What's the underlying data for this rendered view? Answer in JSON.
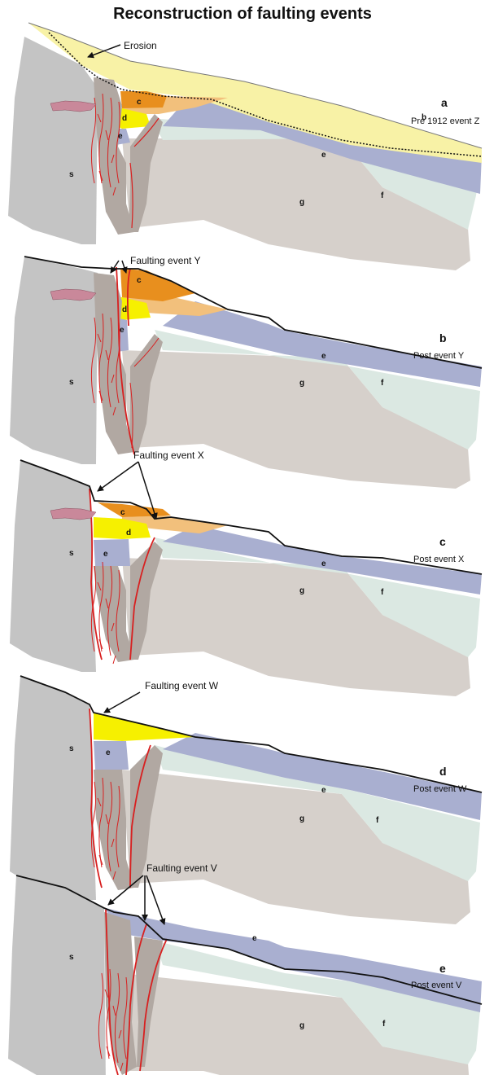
{
  "title": "Reconstruction of faulting events",
  "colors": {
    "s": "#c4c4c4",
    "g": "#d6d0cb",
    "f": "#dbe8e2",
    "e": "#a9afd0",
    "d": "#f6f000",
    "c": "#e88f1e",
    "b": "#f8f2a6",
    "extra": "#f2c07c",
    "fault_zone": "#b1a8a2",
    "fault_line": "#d82020",
    "intrusion": "#c9889a"
  },
  "panels": [
    {
      "letter": "a",
      "caption": "Pre 1912 event Z",
      "annotation": "Erosion",
      "labels": {
        "b": "b",
        "c": "c",
        "d": "d",
        "e_left": "e",
        "e_right": "e",
        "f": "f",
        "g": "g",
        "s": "s"
      }
    },
    {
      "letter": "b",
      "caption": "Post  event Y",
      "annotation": "Faulting event Y",
      "labels": {
        "c": "c",
        "d": "d",
        "e_left": "e",
        "e_right": "e",
        "f": "f",
        "g": "g",
        "s": "s"
      }
    },
    {
      "letter": "c",
      "caption": "Post  event X",
      "annotation": "Faulting event X",
      "labels": {
        "c": "c",
        "d": "d",
        "e_left": "e",
        "e_right": "e",
        "f": "f",
        "g": "g",
        "s": "s"
      }
    },
    {
      "letter": "d",
      "caption": "Post  event W",
      "annotation": "Faulting event W",
      "labels": {
        "e_left": "e",
        "e_right": "e",
        "f": "f",
        "g": "g",
        "s": "s"
      }
    },
    {
      "letter": "e",
      "caption": "Post  event V",
      "annotation": "Faulting event V",
      "labels": {
        "e_right": "e",
        "f": "f",
        "g": "g",
        "s": "s"
      }
    }
  ]
}
